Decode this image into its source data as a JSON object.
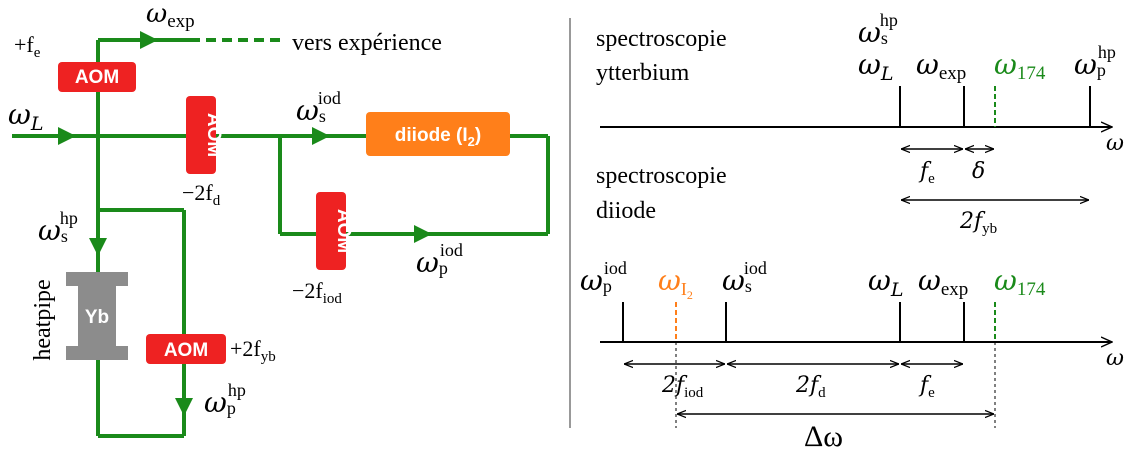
{
  "colors": {
    "beam": "#1a8a1a",
    "aom": "#ee2222",
    "diode": "#ff7f1a",
    "cell": "#8c8c8c",
    "green_text": "#1a8a1a",
    "orange_text": "#ff7f1a",
    "text": "#000000",
    "separator": "#999999"
  },
  "setup": {
    "omega_exp": "ω",
    "omega_exp_sub": "exp",
    "vers_experience": "vers expérience",
    "plus_fe": "+f",
    "plus_fe_sub": "e",
    "omega_L": "ω",
    "omega_L_sub": "L",
    "omega_s_iod": "ω",
    "omega_s_iod_sub": "s",
    "omega_s_iod_sup": "iod",
    "omega_s_hp": "ω",
    "omega_s_hp_sub": "s",
    "omega_s_hp_sup": "hp",
    "omega_p_iod": "ω",
    "omega_p_iod_sub": "p",
    "omega_p_iod_sup": "iod",
    "omega_p_hp": "ω",
    "omega_p_hp_sub": "p",
    "omega_p_hp_sup": "hp",
    "aom_label": "AOM",
    "minus_2fd": "−2f",
    "minus_2fd_sub": "d",
    "minus_2fiod": "−2f",
    "minus_2fiod_sub": "iod",
    "plus_2fyb": "+2f",
    "plus_2fyb_sub": "yb",
    "diode_label": "diiode (I",
    "diode_label_sub": "2",
    "diode_label_end": ")",
    "cell_label": "Yb",
    "heatpipe_label": "heatpipe"
  },
  "spectra": {
    "ytterbium_line1": "spectroscopie",
    "ytterbium_line2": "ytterbium",
    "diode_line1": "spectroscopie",
    "diode_line2": "diiode",
    "top": {
      "omega_s_hp": "ω",
      "omega_s_hp_sub": "s",
      "omega_s_hp_sup": "hp",
      "omega_L": "ω",
      "omega_L_sub": "L",
      "omega_exp": "ω",
      "omega_exp_sub": "exp",
      "omega_174": "ω",
      "omega_174_sub": "174",
      "omega_p_hp": "ω",
      "omega_p_hp_sub": "p",
      "omega_p_hp_sup": "hp",
      "axis_label": "ω",
      "fe": "f",
      "fe_sub": "e",
      "delta": "δ",
      "two_fyb": "2f",
      "two_fyb_sub": "yb"
    },
    "bottom": {
      "omega_p_iod": "ω",
      "omega_p_iod_sub": "p",
      "omega_p_iod_sup": "iod",
      "omega_I2": "ω",
      "omega_I2_sub": "I",
      "omega_I2_subsub": "2",
      "omega_s_iod": "ω",
      "omega_s_iod_sub": "s",
      "omega_s_iod_sup": "iod",
      "omega_L": "ω",
      "omega_L_sub": "L",
      "omega_exp": "ω",
      "omega_exp_sub": "exp",
      "omega_174": "ω",
      "omega_174_sub": "174",
      "axis_label": "ω",
      "two_fiod": "2f",
      "two_fiod_sub": "iod",
      "two_fd": "2f",
      "two_fd_sub": "d",
      "fe": "f",
      "fe_sub": "e",
      "delta_omega": "Δω"
    }
  }
}
